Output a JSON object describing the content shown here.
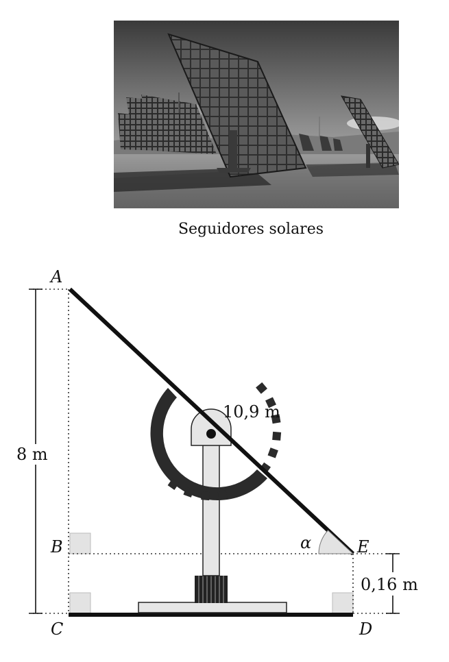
{
  "caption": "Seguidores solares",
  "diagram": {
    "points": {
      "A": "A",
      "B": "B",
      "C": "C",
      "D": "D",
      "E": "E"
    },
    "angle_label": "α",
    "hypotenuse_label": "10,9 m",
    "height_label": "8 m",
    "offset_label": "0,16 m"
  },
  "colors": {
    "ink": "#111111",
    "gear": "#2b2b2b",
    "mast": "#e6e6e6",
    "square": "#e3e3e3"
  }
}
